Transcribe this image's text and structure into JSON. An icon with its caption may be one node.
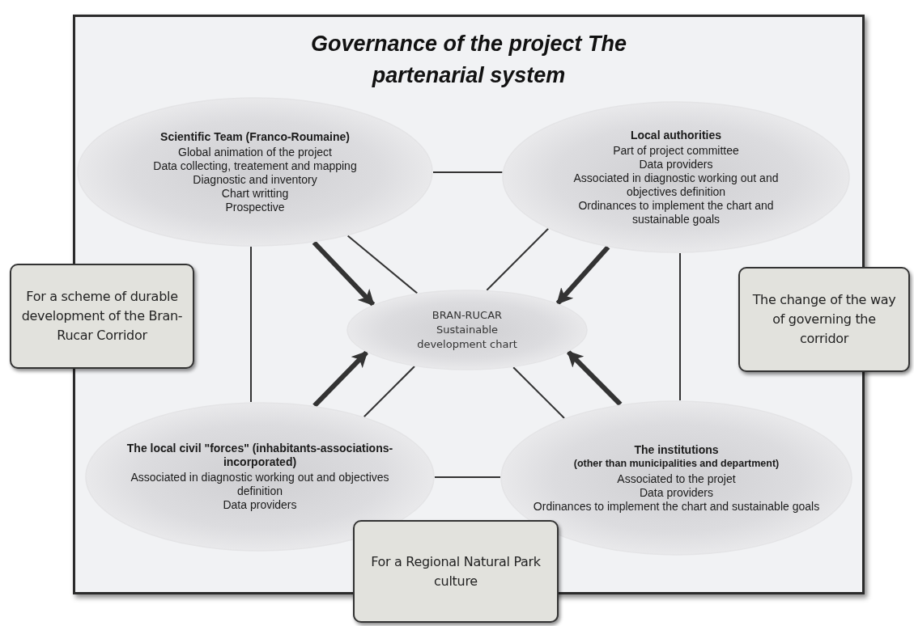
{
  "diagram": {
    "title": "Governance of the project The partenarial system",
    "nodes": [
      {
        "text": [
          "Scientific Team (Franco-Roumaine)",
          "Global animation of the project",
          "Data collecting, treatement and mapping",
          "Diagnostic and inventory",
          "Chart writting",
          "Prospective"
        ]
      },
      {
        "text": [
          "Local authorities",
          "Part of project committee",
          "Data providers",
          "Associated in diagnostic working out and objectives definition",
          "Ordinances to implement the chart and sustainable goals"
        ]
      },
      {
        "text": [
          "For a scheme of durable development of the Bran-Rucar Corridor"
        ]
      },
      {
        "text": [
          "BRAN-RUCAR Sustainable development chart"
        ]
      },
      {
        "text": [
          "The change of the way of governing the corridor"
        ]
      },
      {
        "text": [
          "The local civil \"forces\" (inhabitants-associations-incorporated)",
          "Associated in diagnostic working out and objectives definition",
          "Data providers"
        ]
      },
      {
        "text": [
          "The institutions",
          "(other than municipalities and department)",
          "Associated to the projet",
          "Data providers",
          "Ordinances to implement the chart and sustainable goals"
        ]
      },
      {
        "text": [
          "For a Regional Natural Park culture"
        ]
      }
    ],
    "edges": [
      {
        "from": 0,
        "to": 1,
        "arrow": "none"
      },
      {
        "from": 0,
        "to": 5,
        "arrow": "none"
      },
      {
        "from": 1,
        "to": 6,
        "arrow": "none"
      },
      {
        "from": 5,
        "to": 6,
        "arrow": "none"
      },
      {
        "from": 0,
        "to": 3,
        "arrow": "none"
      },
      {
        "from": 1,
        "to": 3,
        "arrow": "none"
      },
      {
        "from": 5,
        "to": 3,
        "arrow": "none"
      },
      {
        "from": 6,
        "to": 3,
        "arrow": "none"
      },
      {
        "from": 0,
        "to": 3,
        "arrow": "to",
        "style": "thick"
      },
      {
        "from": 1,
        "to": 3,
        "arrow": "to",
        "style": "thick"
      },
      {
        "from": 5,
        "to": 3,
        "arrow": "to",
        "style": "thick"
      },
      {
        "from": 6,
        "to": 3,
        "arrow": "to",
        "style": "thick"
      }
    ]
  }
}
